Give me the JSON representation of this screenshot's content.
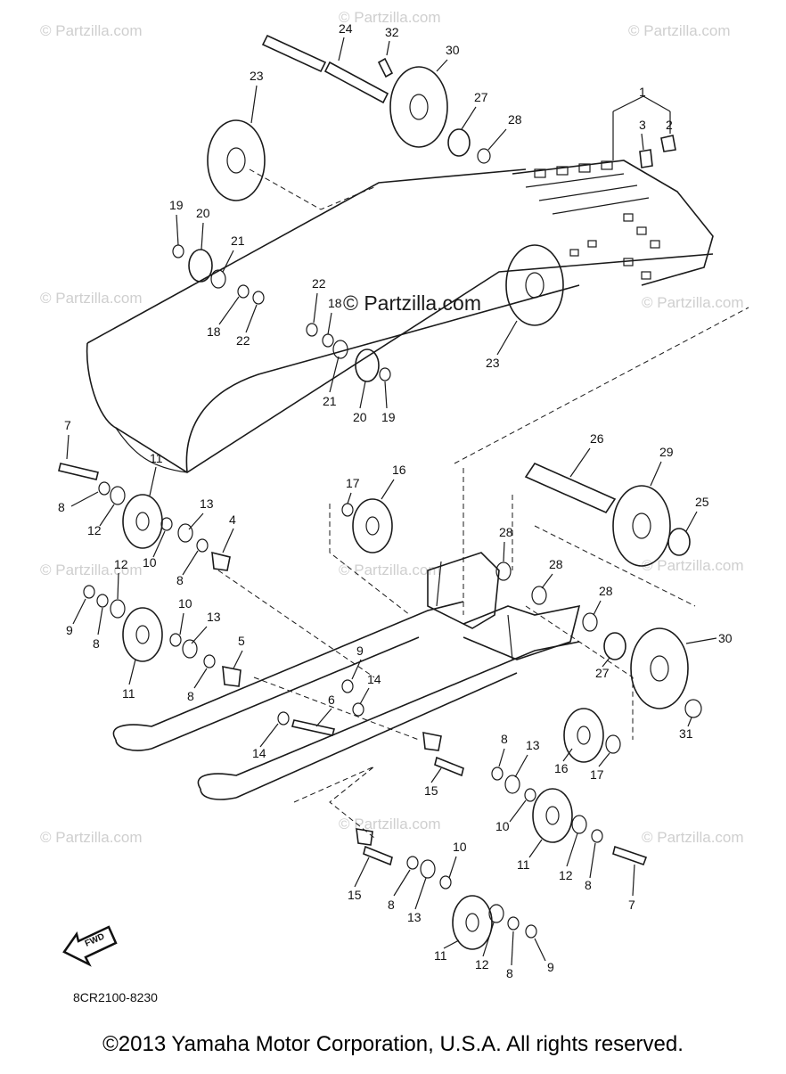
{
  "watermarks": [
    "© Partzilla.com"
  ],
  "center_watermark": "© Partzilla.com",
  "diagram_code": "8CR2100-8230",
  "fwd_label": "FWD",
  "copyright": "©2013  Yamaha Motor Corporation, U.S.A. All rights reserved.",
  "labels": [
    "1",
    "2",
    "3",
    "4",
    "5",
    "6",
    "7",
    "8",
    "9",
    "10",
    "11",
    "12",
    "13",
    "14",
    "15",
    "16",
    "17",
    "18",
    "19",
    "20",
    "21",
    "22",
    "23",
    "24",
    "25",
    "26",
    "27",
    "28",
    "29",
    "30",
    "31",
    "32"
  ]
}
